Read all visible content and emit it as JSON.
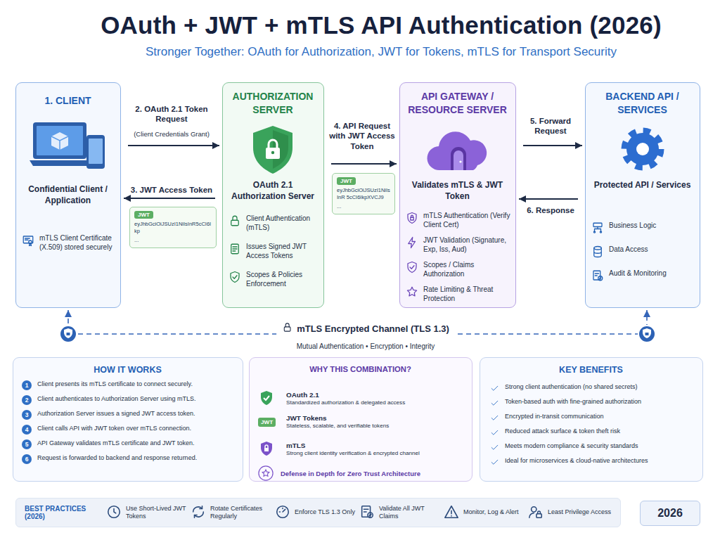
{
  "diagram": {
    "title": "OAuth + JWT + mTLS API Authentication (2026)",
    "caption": "Stronger Together: OAuth for Authorization, JWT for Tokens, mTLS for Transport Security",
    "nodes": [
      {
        "text": [
          "1. CLIENT",
          "Confidential Client / Application",
          "mTLS Client Certificate (X.509) stored securely"
        ]
      },
      {
        "text": [
          "AUTHORIZATION SERVER",
          "OAuth 2.1 Authorization Server",
          "Client Authentication (mTLS)",
          "Issues Signed JWT Access Tokens",
          "Scopes & Policies Enforcement"
        ]
      },
      {
        "text": [
          "API GATEWAY / RESOURCE SERVER",
          "Validates mTLS & JWT Token",
          "mTLS Authentication (Verify Client Cert)",
          "JWT Validation (Signature, Exp, Iss, Aud)",
          "Scopes / Claims Authorization",
          "Rate Limiting & Threat Protection"
        ]
      },
      {
        "text": [
          "BACKEND API / SERVICES",
          "Protected API / Services",
          "Business Logic",
          "Data Access",
          "Audit & Monitoring"
        ]
      },
      {
        "text": [
          "JWT",
          "eyJhbGciOiJSUzI1NiIsInR5cCI6Ikp",
          "..."
        ]
      },
      {
        "text": [
          "JWT",
          "eyJhbGciOiJSUzI1NiIsInR 5cCI6IkpXVCJ9",
          "..."
        ]
      },
      {
        "text": [
          "HOW IT WORKS",
          "1",
          "Client presents its mTLS certificate to connect securely.",
          "2",
          "Client authenticates to Authorization Server using mTLS.",
          "3",
          "Authorization Server issues a signed JWT access token.",
          "4",
          "Client calls API with JWT token over mTLS connection.",
          "5",
          "API Gateway validates mTLS certificate and JWT token.",
          "6",
          "Request is forwarded to backend and response returned."
        ]
      },
      {
        "text": [
          "WHY THIS COMBINATION?",
          "OAuth 2.1",
          "Standardized authorization & delegated access",
          "JWT",
          "JWT Tokens",
          "Stateless, scalable, and verifiable tokens",
          "mTLS",
          "Strong client identity verification & encrypted channel",
          "Defense in Depth for Zero Trust Architecture"
        ]
      },
      {
        "text": [
          "KEY BENEFITS",
          "Strong client authentication (no shared secrets)",
          "Token-based auth with fine-grained authorization",
          "Encrypted in-transit communication",
          "Reduced attack surface & token theft risk",
          "Meets modern compliance & security standards",
          "Ideal for microservices & cloud-native architectures"
        ]
      },
      {
        "text": [
          "BEST PRACTICES (2026)",
          "Use Short-Lived JWT Tokens",
          "Rotate Certificates Regularly",
          "Enforce TLS 1.3 Only",
          "Validate All JWT Claims",
          "Monitor, Log & Alert",
          "Least Privilege Access"
        ]
      },
      {
        "text": [
          "2026"
        ]
      }
    ],
    "edges": [
      {
        "from": 0,
        "to": 1,
        "arrow": "to",
        "label": "2. OAuth 2.1 Token Request"
      },
      {
        "from": 1,
        "to": 0,
        "arrow": "to",
        "label": "3. JWT Access Token"
      },
      {
        "from": 1,
        "to": 2,
        "arrow": "to",
        "label": "4. API Request with JWT Access Token"
      },
      {
        "from": 2,
        "to": 3,
        "arrow": "to",
        "label": "5. Forward Request"
      },
      {
        "from": 3,
        "to": 2,
        "arrow": "to",
        "label": "6. Response"
      },
      {
        "from": 0,
        "to": 3,
        "arrow": "both",
        "label": "mTLS Encrypted Channel (TLS 1.3)"
      }
    ],
    "labels": [
      "(Client Credentials Grant)",
      "Mutual Authentication • Encryption • Integrity"
    ]
  }
}
